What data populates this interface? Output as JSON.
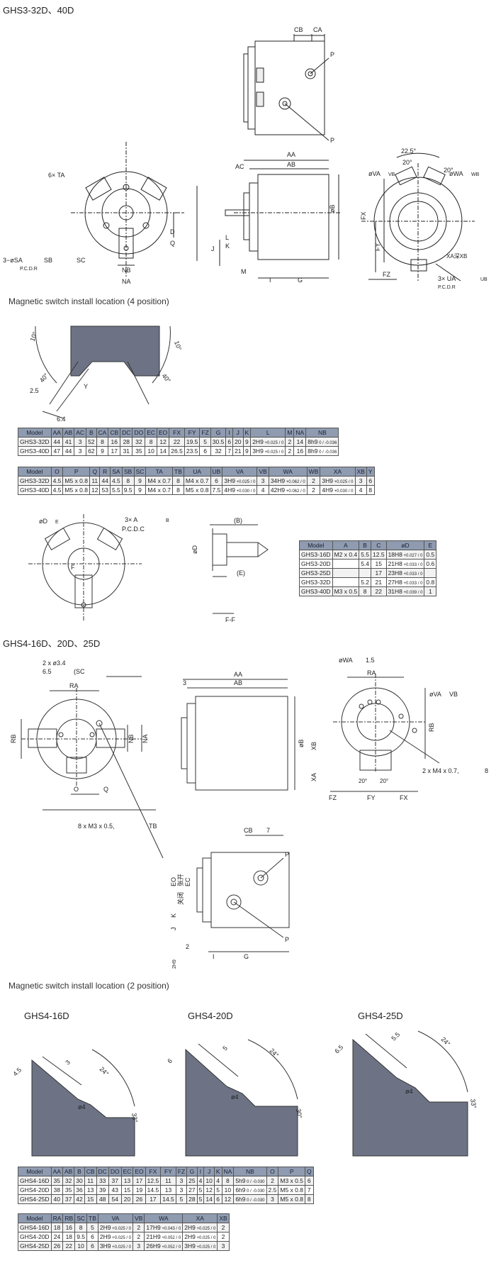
{
  "headings": {
    "ghs3": "GHS3-32D、40D",
    "ghs4": "GHS4-16D、20D、25D",
    "magnetic_4": "Magnetic switch install location (4 position)",
    "magnetic_2": "Magnetic switch install location (2 position)"
  },
  "ghs4_models": [
    "GHS4-16D",
    "GHS4-20D",
    "GHS4-25D"
  ],
  "labels": {
    "cb": "CB",
    "ca": "CA",
    "p": "P",
    "aa": "AA",
    "ab": "AB",
    "ac": "AC",
    "ob": "øB",
    "six_ta": "6× TA",
    "three_sa": "3−øSA",
    "sb": "SB",
    "sc": "SC",
    "pcdr": "P.C.D.R",
    "nb": "NB",
    "na": "NA",
    "q": "Q",
    "d": "D",
    "l": "L",
    "k": "K",
    "j": "J",
    "m": "M",
    "i": "I",
    "g": "G",
    "angle_225": "22.5°",
    "angle_20": "20°",
    "angle_20b": "20°",
    "ova": "øVA",
    "vb": "VB",
    "owa": "øWA",
    "wb": "WB",
    "fx": "FX",
    "fy": "FY",
    "fz": "FZ",
    "xa_xb": "XA深XB",
    "three_ua": "3× UA",
    "ub": "UB",
    "pcdr2": "P.C.D.R",
    "m1_10": "10°",
    "m1_10b": "10°",
    "m1_40": "40°",
    "m1_40b": "40°",
    "m1_25": "2.5",
    "m1_y": "Y",
    "m1_64": "6.4",
    "od": "øD",
    "e": "E",
    "three_a": "3× A",
    "b": "B",
    "pcdc": "P.C.D.C",
    "f": "F",
    "bp": "(B)",
    "ep": "(E)",
    "ff": "F-F",
    "two_34": "2 x ø3.4",
    "g4_65": "6.5",
    "g4_sc": "(SC",
    "ra": "RA",
    "rb": "RB",
    "o": "O",
    "eight_m3": "8 x M3 x 0.5,",
    "tb": "TB",
    "g4_3": "3",
    "g4_7": "7",
    "g4_owa": "øWA",
    "g4_15": "1.5",
    "g4_ova": "øVA",
    "g4_vb": "VB",
    "xb": "XB",
    "xa": "XA",
    "two_m4": "2 x M4 x 0.7,",
    "g4_8": "8",
    "fz2": "FZ",
    "fy2": "FY",
    "fx2": "FX",
    "g4_20a": "20°",
    "g4_20b": "20°",
    "eo": "EO",
    "open": "张开",
    "close": "关闭",
    "ec": "EC",
    "k2": "K",
    "j2": "J",
    "g2": "G",
    "i2": "I",
    "d2": "2",
    "h9": "2H9",
    "m2_45": "4.5",
    "m2_3": "3",
    "m2_24": "24°",
    "m2_o4": "ø4",
    "m2_33": "33°",
    "m2_6": "6",
    "m2_5": "5",
    "m2_24b": "24°",
    "m2_o4b": "ø4",
    "m2_30": "30°",
    "m2_65": "6.5",
    "m2_55": "5.5",
    "m2_24c": "24°",
    "m2_o4c": "ø4",
    "m2_33b": "33°"
  },
  "tables": {
    "ghs3_a": {
      "headers": [
        "Model",
        "AA",
        "AB",
        "AC",
        "B",
        "CA",
        "CB",
        "DC",
        "DO",
        "EC",
        "EO",
        "FX",
        "FY",
        "FZ",
        "G",
        "I",
        "J",
        "K",
        "L",
        "M",
        "NA",
        "NB"
      ],
      "rows": [
        [
          "GHS3-32D",
          "44",
          "41",
          "3",
          "52",
          "8",
          "16",
          "28",
          "32",
          "8",
          "12",
          "22",
          "19.5",
          "5",
          "30.5",
          "6",
          "20",
          "9",
          "2H9",
          "2",
          "14",
          "8h9"
        ],
        [
          "GHS3-40D",
          "47",
          "44",
          "3",
          "62",
          "9",
          "17",
          "31",
          "35",
          "10",
          "14",
          "26.5",
          "23.5",
          "6",
          "32",
          "7",
          "21",
          "9",
          "3H9",
          "2",
          "16",
          "8h9"
        ]
      ],
      "tol": {
        "L": [
          "+0.025 / 0",
          "+0.025 / 0"
        ],
        "NB": [
          "0 / -0.036",
          "0 / -0.036"
        ]
      }
    },
    "ghs3_b": {
      "headers": [
        "Model",
        "O",
        "P",
        "Q",
        "R",
        "SA",
        "SB",
        "SC",
        "TA",
        "TB",
        "UA",
        "UB",
        "VA",
        "VB",
        "WA",
        "WB",
        "XA",
        "XB",
        "Y"
      ],
      "rows": [
        [
          "GHS3-32D",
          "4.5",
          "M5 x 0.8",
          "11",
          "44",
          "4.5",
          "8",
          "9",
          "M4 x 0.7",
          "8",
          "M4 x 0.7",
          "6",
          "3H9",
          "3",
          "34H9",
          "2",
          "3H9",
          "3",
          "6"
        ],
        [
          "GHS3-40D",
          "4.5",
          "M5 x 0.8",
          "12",
          "53",
          "5.5",
          "9.5",
          "9",
          "M4 x 0.7",
          "8",
          "M5 x 0.8",
          "7.5",
          "4H9",
          "4",
          "42H9",
          "2",
          "4H9",
          "4",
          "8"
        ]
      ],
      "tol": {
        "VA": [
          "+0.025 / 0",
          "+0.030 / 0"
        ],
        "WA": [
          "+0.062 / 0",
          "+0.062 / 0"
        ],
        "XA": [
          "+0.025 / 0",
          "+0.030 / 0"
        ]
      }
    },
    "ghs3_c": {
      "headers": [
        "Model",
        "A",
        "B",
        "C",
        "øD",
        "E"
      ],
      "rows": [
        [
          "GHS3-16D",
          "M2 x 0.4",
          "5.5",
          "12.5",
          "18H8",
          "0.5"
        ],
        [
          "GHS3-20D",
          "",
          "5.4",
          "15",
          "21H8",
          "0.6"
        ],
        [
          "GHS3-25D",
          "",
          "",
          "17",
          "23H8",
          ""
        ],
        [
          "GHS3-32D",
          "",
          "5.2",
          "21",
          "27H8",
          "0.8"
        ],
        [
          "GHS3-40D",
          "M3 x 0.5",
          "8",
          "22",
          "31H8",
          "1"
        ]
      ],
      "tol": [
        "+0.027 / 0",
        "+0.033 / 0",
        "+0.033 / 0",
        "+0.033 / 0",
        "+0.039 / 0"
      ]
    },
    "ghs4_a": {
      "headers": [
        "Model",
        "AA",
        "AB",
        "B",
        "CB",
        "DC",
        "DO",
        "EC",
        "EO",
        "FX",
        "FY",
        "FZ",
        "G",
        "I",
        "J",
        "K",
        "NA",
        "NB",
        "O",
        "P",
        "Q"
      ],
      "rows": [
        [
          "GHS4-16D",
          "35",
          "32",
          "30",
          "11",
          "33",
          "37",
          "13",
          "17",
          "12.5",
          "11",
          "3",
          "25",
          "4",
          "10",
          "4",
          "8",
          "5h9",
          "2",
          "M3 x 0.5",
          "6"
        ],
        [
          "GHS4-20D",
          "38",
          "35",
          "36",
          "13",
          "39",
          "43",
          "15",
          "19",
          "14.5",
          "13",
          "3",
          "27",
          "5",
          "12",
          "5",
          "10",
          "6h9",
          "2.5",
          "M5 x 0.8",
          "7"
        ],
        [
          "GHS4-25D",
          "40",
          "37",
          "42",
          "15",
          "48",
          "54",
          "20",
          "26",
          "17",
          "14.5",
          "5",
          "28",
          "5",
          "14",
          "6",
          "12",
          "6h9",
          "3",
          "M5 x 0.8",
          "8"
        ]
      ],
      "tol": {
        "NB": [
          "0 / -0.030",
          "0 / -0.030",
          "0 / -0.030"
        ]
      }
    },
    "ghs4_b": {
      "headers": [
        "Model",
        "RA",
        "RB",
        "SC",
        "TB",
        "VA",
        "VB",
        "WA",
        "XA",
        "XB"
      ],
      "rows": [
        [
          "GHS4-16D",
          "18",
          "16",
          "8",
          "5",
          "2H9",
          "2",
          "17H9",
          "2H9",
          "2"
        ],
        [
          "GHS4-20D",
          "24",
          "18",
          "9.5",
          "6",
          "2H9",
          "2",
          "21H9",
          "2H9",
          "2"
        ],
        [
          "GHS4-25D",
          "26",
          "22",
          "10",
          "6",
          "3H9",
          "3",
          "26H9",
          "3H9",
          "3"
        ]
      ],
      "tol": {
        "VA": [
          "+0.025 / 0",
          "+0.025 / 0",
          "+0.025 / 0"
        ],
        "WA": [
          "+0.043 / 0",
          "+0.052 / 0",
          "+0.052 / 0"
        ],
        "XA": [
          "+0.025 / 0",
          "+0.025 / 0",
          "+0.025 / 0"
        ]
      }
    }
  }
}
